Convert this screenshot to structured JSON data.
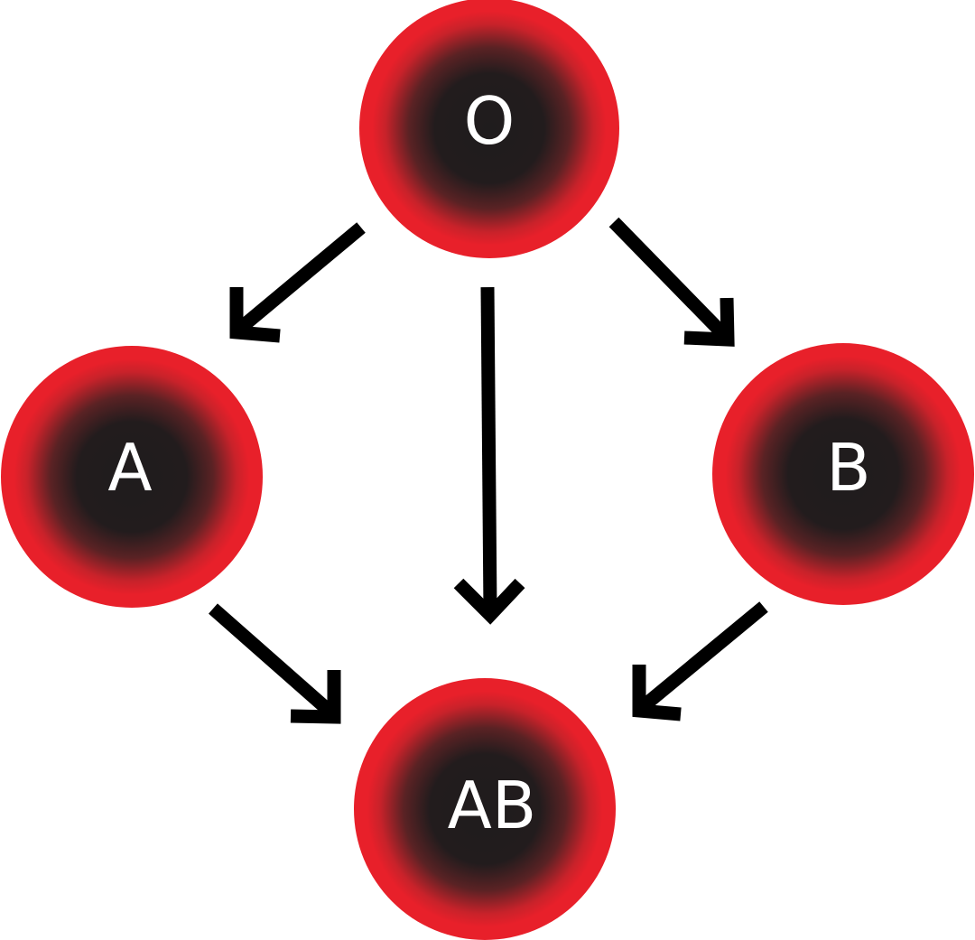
{
  "nodes": {
    "o": {
      "label": "O"
    },
    "a": {
      "label": "A"
    },
    "b": {
      "label": "B"
    },
    "ab": {
      "label": "AB"
    }
  },
  "colors": {
    "cell_rim": "#e8202a",
    "cell_core": "#1f1c1d",
    "label": "#ffffff",
    "arrow": "#000000"
  },
  "edges": [
    {
      "from": "O",
      "to": "A"
    },
    {
      "from": "O",
      "to": "AB"
    },
    {
      "from": "O",
      "to": "B"
    },
    {
      "from": "A",
      "to": "AB"
    },
    {
      "from": "B",
      "to": "AB"
    }
  ]
}
